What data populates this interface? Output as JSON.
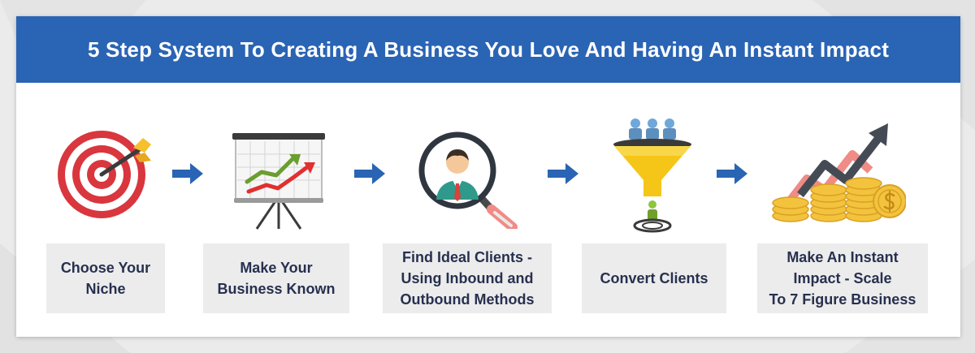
{
  "title": "5 Step System To Creating A Business You Love And Having An Instant Impact",
  "colors": {
    "banner": "#2a64b4",
    "arrow": "#2a64b4",
    "step_box": "#ececec",
    "step_text": "#27304f"
  },
  "steps": [
    {
      "label": "Choose Your\nNiche",
      "icon": "target-icon"
    },
    {
      "label": "Make Your\nBusiness Known",
      "icon": "growth-chart-easel-icon"
    },
    {
      "label": "Find Ideal Clients -\nUsing Inbound and\nOutbound Methods",
      "icon": "magnifier-person-icon"
    },
    {
      "label": "Convert Clients",
      "icon": "sales-funnel-icon"
    },
    {
      "label": "Make An Instant\nImpact - Scale\nTo 7 Figure Business",
      "icon": "coins-growth-icon"
    }
  ]
}
